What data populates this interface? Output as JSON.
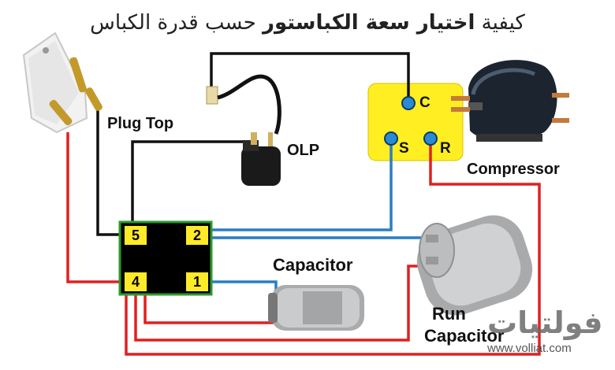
{
  "title": {
    "part1": "كيفية ",
    "bold": "اختيار سعة الكباستور",
    "part2": " حسب قدرة الكباس"
  },
  "labels": {
    "plug_top": "Plug Top",
    "olp": "OLP",
    "compressor": "Compressor",
    "capacitor": "Capacitor",
    "run_capacitor_line1": "Run",
    "run_capacitor_line2": "Capacitor"
  },
  "compressor_pins": {
    "c": "C",
    "s": "S",
    "r": "R"
  },
  "terminals": {
    "t5": "5",
    "t2": "2",
    "t4": "4",
    "t1": "1"
  },
  "watermark": {
    "name": "فولتيات",
    "url": "www.volliat.com"
  },
  "colors": {
    "wire_black": "#111111",
    "wire_red": "#e02020",
    "wire_blue": "#2a7ec4",
    "terminal_box": "#ffe23a",
    "terminal_block": "#000000",
    "terminal_border": "#2b9a2b"
  }
}
